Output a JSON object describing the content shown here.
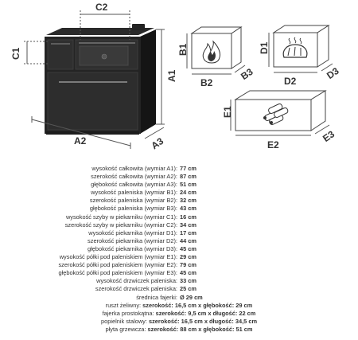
{
  "dimension_labels": {
    "a1": "A1",
    "a2": "A2",
    "a3": "A3",
    "b1": "B1",
    "b2": "B2",
    "b3": "B3",
    "c1": "C1",
    "c2": "C2",
    "d1": "D1",
    "d2": "D2",
    "d3": "D3",
    "e1": "E1",
    "e2": "E2",
    "e3": "E3"
  },
  "specs": [
    {
      "label": "wysokość całkowita (wymiar A1):",
      "value": "77 cm"
    },
    {
      "label": "szerokość całkowita (wymiar A2):",
      "value": "87 cm"
    },
    {
      "label": "głębokość całkowita (wymiar A3):",
      "value": "51 cm"
    },
    {
      "label": "wysokość paleniska (wymiar B1):",
      "value": "24 cm"
    },
    {
      "label": "szerokość paleniska (wymiar B2):",
      "value": "32 cm"
    },
    {
      "label": "głębokość paleniska (wymiar B3):",
      "value": "43 cm"
    },
    {
      "label": "wysokość szyby w piekarniku (wymiar C1):",
      "value": "16 cm"
    },
    {
      "label": "szerokość szyby w piekarniku (wymiar C2):",
      "value": "34 cm"
    },
    {
      "label": "wysokość piekarnika (wymiar D1):",
      "value": "17 cm"
    },
    {
      "label": "szerokość piekarnika (wymiar D2):",
      "value": "44 cm"
    },
    {
      "label": "głębokość piekarnika (wymiar D3):",
      "value": "45 cm"
    },
    {
      "label": "wysokość półki pod paleniskiem (wymiar E1):",
      "value": "29 cm"
    },
    {
      "label": "szerokość półki pod paleniskiem (wymiar E2):",
      "value": "79 cm"
    },
    {
      "label": "głębokość półki pod paleniskiem (wymiar E3):",
      "value": "45 cm"
    },
    {
      "label": "wysokość drzwiczek paleniska:",
      "value": "33 cm"
    },
    {
      "label": "szerokość drzwiczek paleniska:",
      "value": "25 cm"
    },
    {
      "label": "średnica fajerki:",
      "value": "Ø 29 cm"
    }
  ],
  "specs_mixed": [
    {
      "label": "ruszt żeliwny:",
      "w_label": "szerokość:",
      "w_value": "16,5 cm x",
      "d_label": "głębokość:",
      "d_value": "29 cm"
    },
    {
      "label": "fajerka prostokątna:",
      "w_label": "szerokość:",
      "w_value": "9,5 cm x",
      "d_label": "długość:",
      "d_value": "22 cm"
    },
    {
      "label": "popielnik stalowy:",
      "w_label": "szerokość:",
      "w_value": "16,5 cm x",
      "d_label": "długość:",
      "d_value": "34,5 cm"
    },
    {
      "label": "płyta grzewcza:",
      "w_label": "szerokość:",
      "w_value": "88 cm x",
      "d_label": "głębokość:",
      "d_value": "51 cm"
    }
  ]
}
